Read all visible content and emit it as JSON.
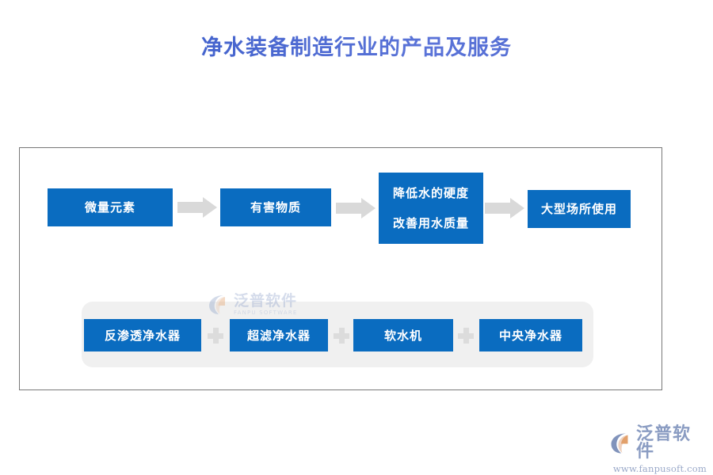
{
  "page": {
    "title": "净水装备制造行业的产品及服务"
  },
  "flow": {
    "steps": [
      {
        "id": "step-1",
        "lines": [
          "微量元素"
        ]
      },
      {
        "id": "step-2",
        "lines": [
          "有害物质"
        ]
      },
      {
        "id": "step-3",
        "lines": [
          "降低水的硬度",
          "改善用水质量"
        ]
      },
      {
        "id": "step-4",
        "lines": [
          "大型场所使用"
        ]
      }
    ],
    "arrow_count": 3
  },
  "products": {
    "items": [
      {
        "label": "反渗透净水器"
      },
      {
        "label": "超滤净水器"
      },
      {
        "label": "软水机"
      },
      {
        "label": "中央净水器"
      }
    ],
    "separator": "+"
  },
  "watermark": {
    "cn": "泛普软件",
    "en": "FANPU SOFTWARE"
  },
  "brand": {
    "name": "泛普软件",
    "url": "www.fanpusoft.com"
  },
  "colors": {
    "box_blue": "#0a6cc0",
    "title_blue": "#4768cf",
    "arrow_grey": "#d9d9d9",
    "strip_grey": "#f0f0f0",
    "frame_grey": "#787878",
    "logo_blue_grey": "#8a9cc2",
    "logo_accent_orange": "#e3a06a"
  }
}
